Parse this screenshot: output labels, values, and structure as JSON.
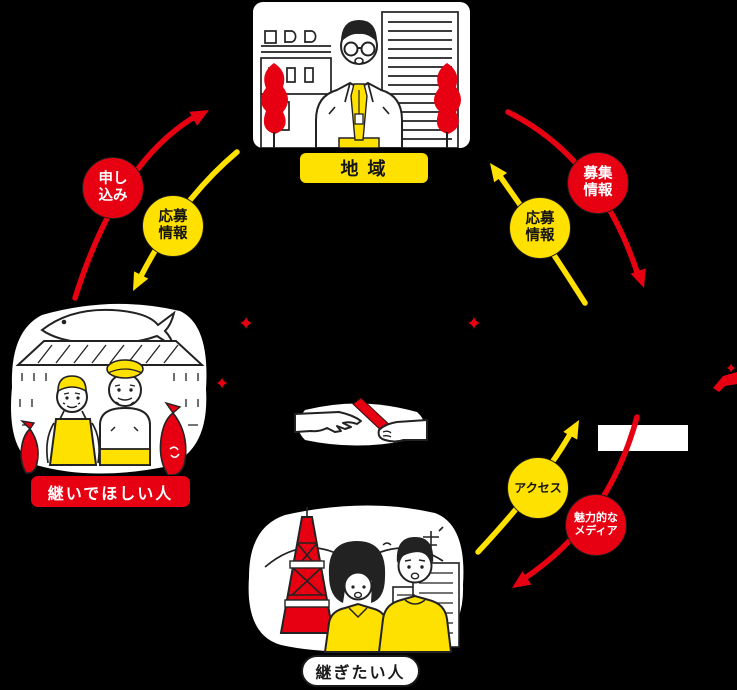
{
  "colors": {
    "red": "#e60012",
    "yellow": "#ffe100",
    "white": "#ffffff",
    "outline": "#1c1c1c",
    "background": "#000000"
  },
  "node_labels": {
    "region": "地 域",
    "owner": "継いでほしい人",
    "successor": "継ぎたい人"
  },
  "badges": {
    "apply": {
      "line1": "申し",
      "line2": "込み"
    },
    "apply_info_left": {
      "line1": "応募",
      "line2": "情報"
    },
    "recruit_info": {
      "line1": "募集",
      "line2": "情報"
    },
    "apply_info_right": {
      "line1": "応募",
      "line2": "情報"
    },
    "access": {
      "line1": "アクセス"
    },
    "media": {
      "line1": "魅力的な",
      "line2": "メディア"
    }
  },
  "icons": {
    "region_illustration": "businessman-with-buildings-and-red-trees",
    "owner_illustration": "fish-shop-two-owners-holding-red-fish",
    "successor_illustration": "young-couple-yellow-shirts-red-tower-city",
    "center_illustration": "baton-pass-hands-red-baton",
    "sparkles": "red-four-point-stars",
    "right_edge_mark": "red-angular-mark"
  }
}
